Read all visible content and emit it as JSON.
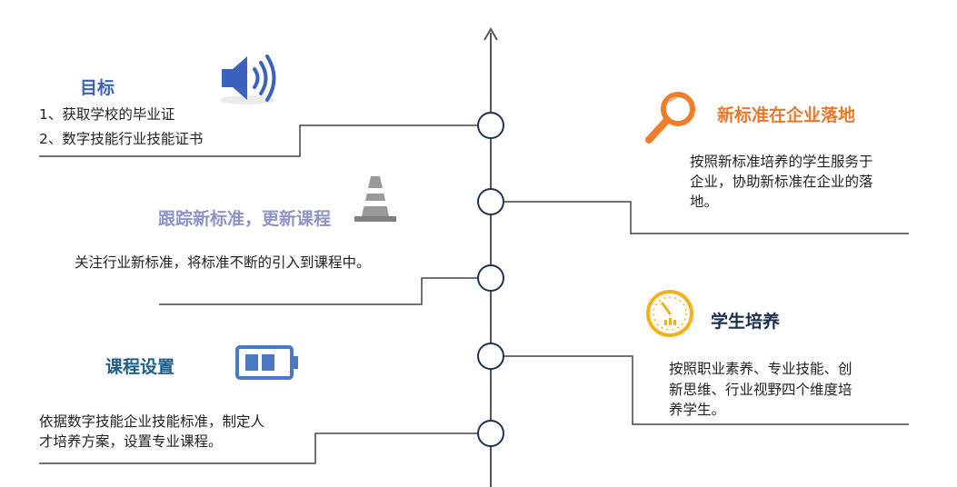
{
  "colors": {
    "axis": "#555555",
    "node_stroke": "#1f3350",
    "connector": "#444444",
    "blue_title": "#3d63b8",
    "lavender_title": "#8e94c6",
    "teal_title": "#1f5d86",
    "orange_title": "#e8782a",
    "navy_title": "#1b2e4b",
    "speaker_icon": "#3b63bd",
    "magnifier_icon": "#ef7d2c",
    "cone_icon": "#9a9a9a",
    "battery_icon": "#4a78c3",
    "gauge_icon": "#f3b21b"
  },
  "left": [
    {
      "title": "目标",
      "lines": [
        "1、获取学校的毕业证",
        "2、数字技能行业技能证书"
      ],
      "icon": "speaker-icon"
    },
    {
      "title": "跟踪新标准，更新课程",
      "lines": [
        "关注行业新标准，将标准不断的引入到课程中。"
      ],
      "icon": "traffic-cone-icon"
    },
    {
      "title": "课程设置",
      "lines": [
        "依据数字技能企业技能标准，制定人",
        "才培养方案，设置专业课程。"
      ],
      "icon": "battery-icon"
    }
  ],
  "right": [
    {
      "title": "新标准在企业落地",
      "lines": [
        "按照新标准培养的学生服务于",
        "企业，协助新标准在企业的落",
        "地。"
      ],
      "icon": "magnifier-icon"
    },
    {
      "title": "学生培养",
      "lines": [
        "按照职业素养、专业技能、创",
        "新思维、行业视野四个维度培",
        "养学生。"
      ],
      "icon": "gauge-icon"
    }
  ]
}
